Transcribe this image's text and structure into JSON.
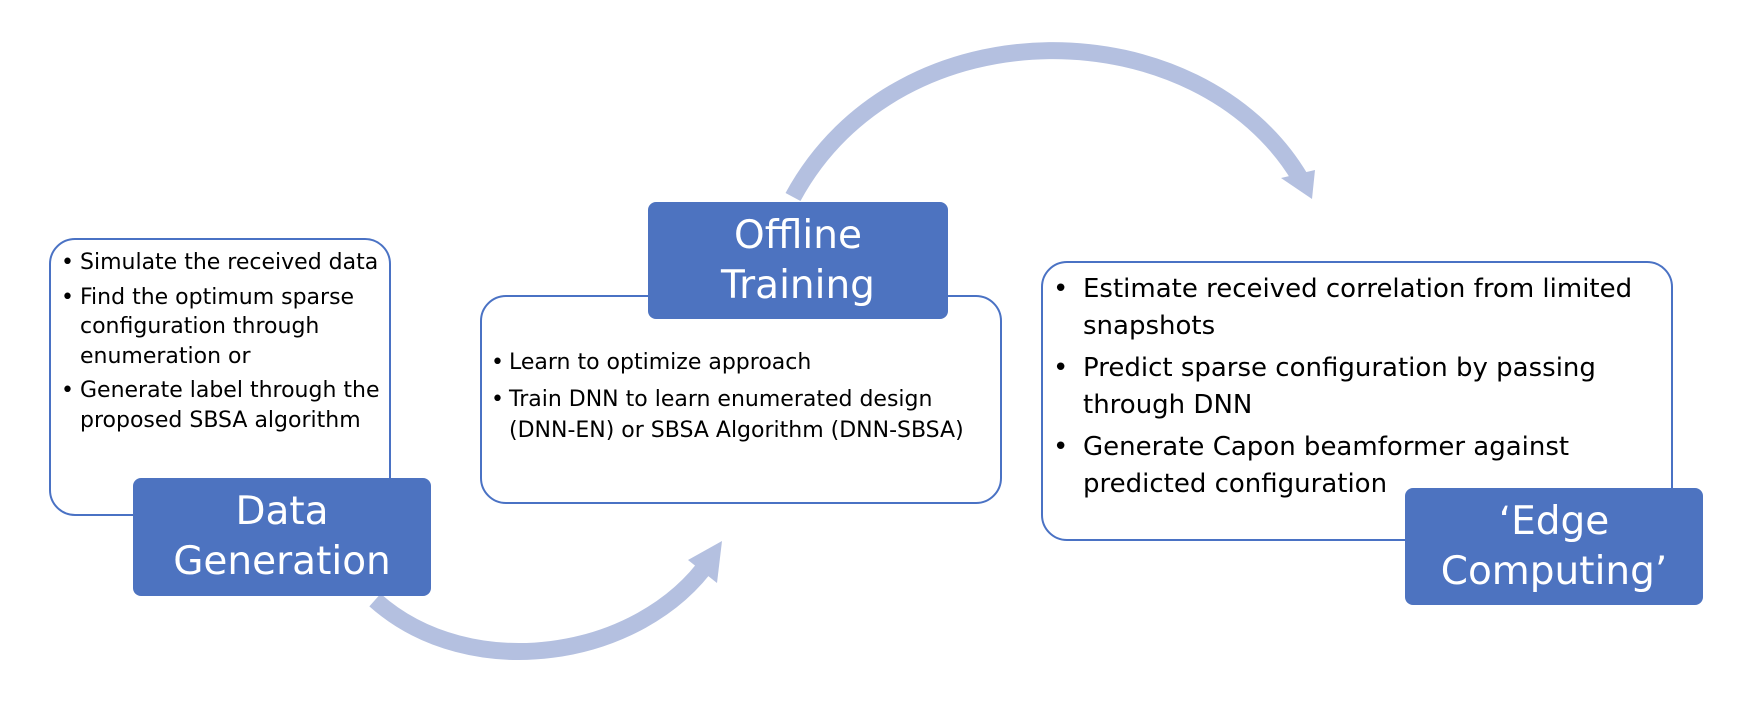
{
  "colors": {
    "label_fill": "#4d73c0",
    "card_border": "#4a72c4",
    "arrow": "#b4c0e0",
    "text": "#000000",
    "label_text": "#ffffff"
  },
  "stages": [
    {
      "label_lines": [
        "Data",
        "Generation"
      ],
      "bullets": [
        "Simulate the received data",
        "Find the optimum sparse configuration through enumeration or",
        "Generate label through the proposed SBSA  algorithm"
      ]
    },
    {
      "label_lines": [
        "Offline",
        "Training"
      ],
      "bullets": [
        "Learn to optimize approach",
        "Train DNN to learn enumerated design (DNN-EN) or SBSA Algorithm (DNN-SBSA)"
      ]
    },
    {
      "label_lines": [
        "‘Edge",
        "Computing’"
      ],
      "bullets": [
        "Estimate received correlation from limited snapshots",
        "Predict sparse configuration by passing through DNN",
        "Generate Capon beamformer against predicted configuration"
      ]
    }
  ],
  "connectors": [
    {
      "from": "Data Generation",
      "to": "Offline Training",
      "icon": "curved-arrow"
    },
    {
      "from": "Offline Training",
      "to": "‘Edge Computing’",
      "icon": "curved-arrow"
    }
  ]
}
